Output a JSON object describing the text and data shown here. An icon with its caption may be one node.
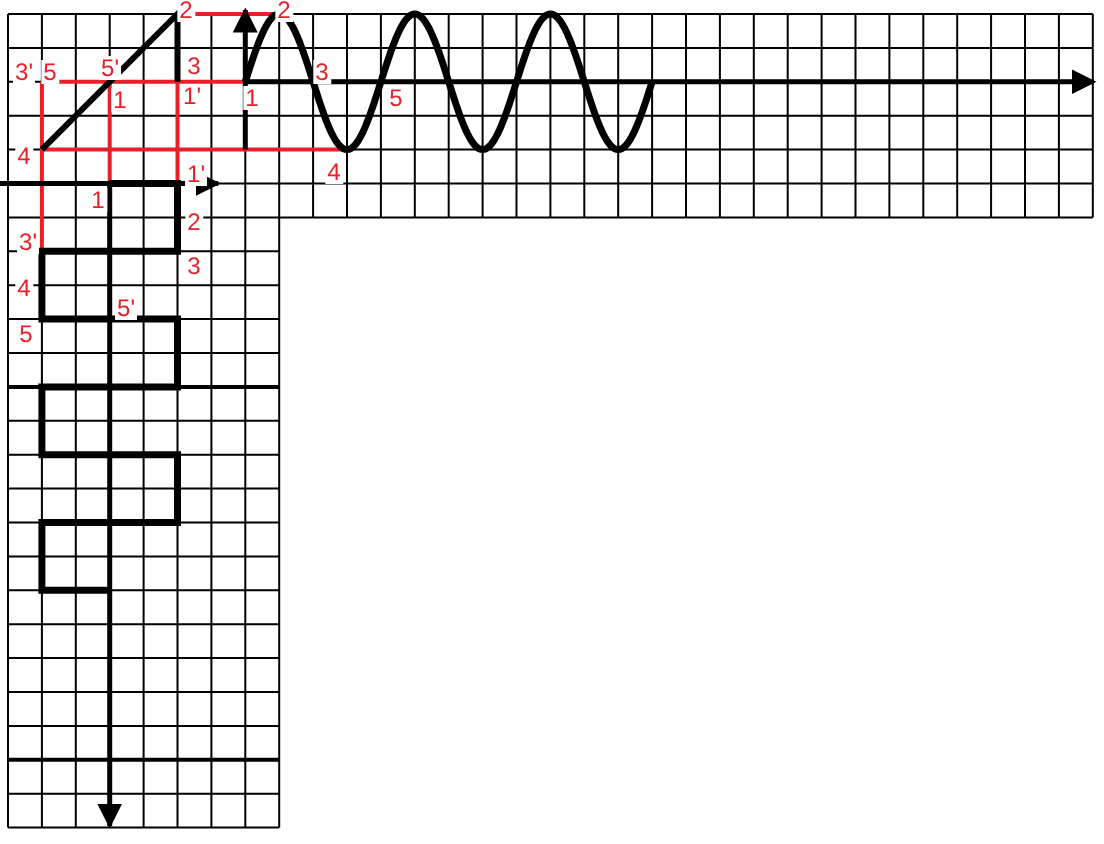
{
  "diagram": {
    "labels": [
      "2",
      "2",
      "3'",
      "5",
      "5'",
      "3",
      "1",
      "1'",
      "1",
      "3",
      "5",
      "4",
      "1'",
      "4",
      "1",
      "2",
      "3'",
      "3",
      "4",
      "5'",
      "5"
    ]
  }
}
